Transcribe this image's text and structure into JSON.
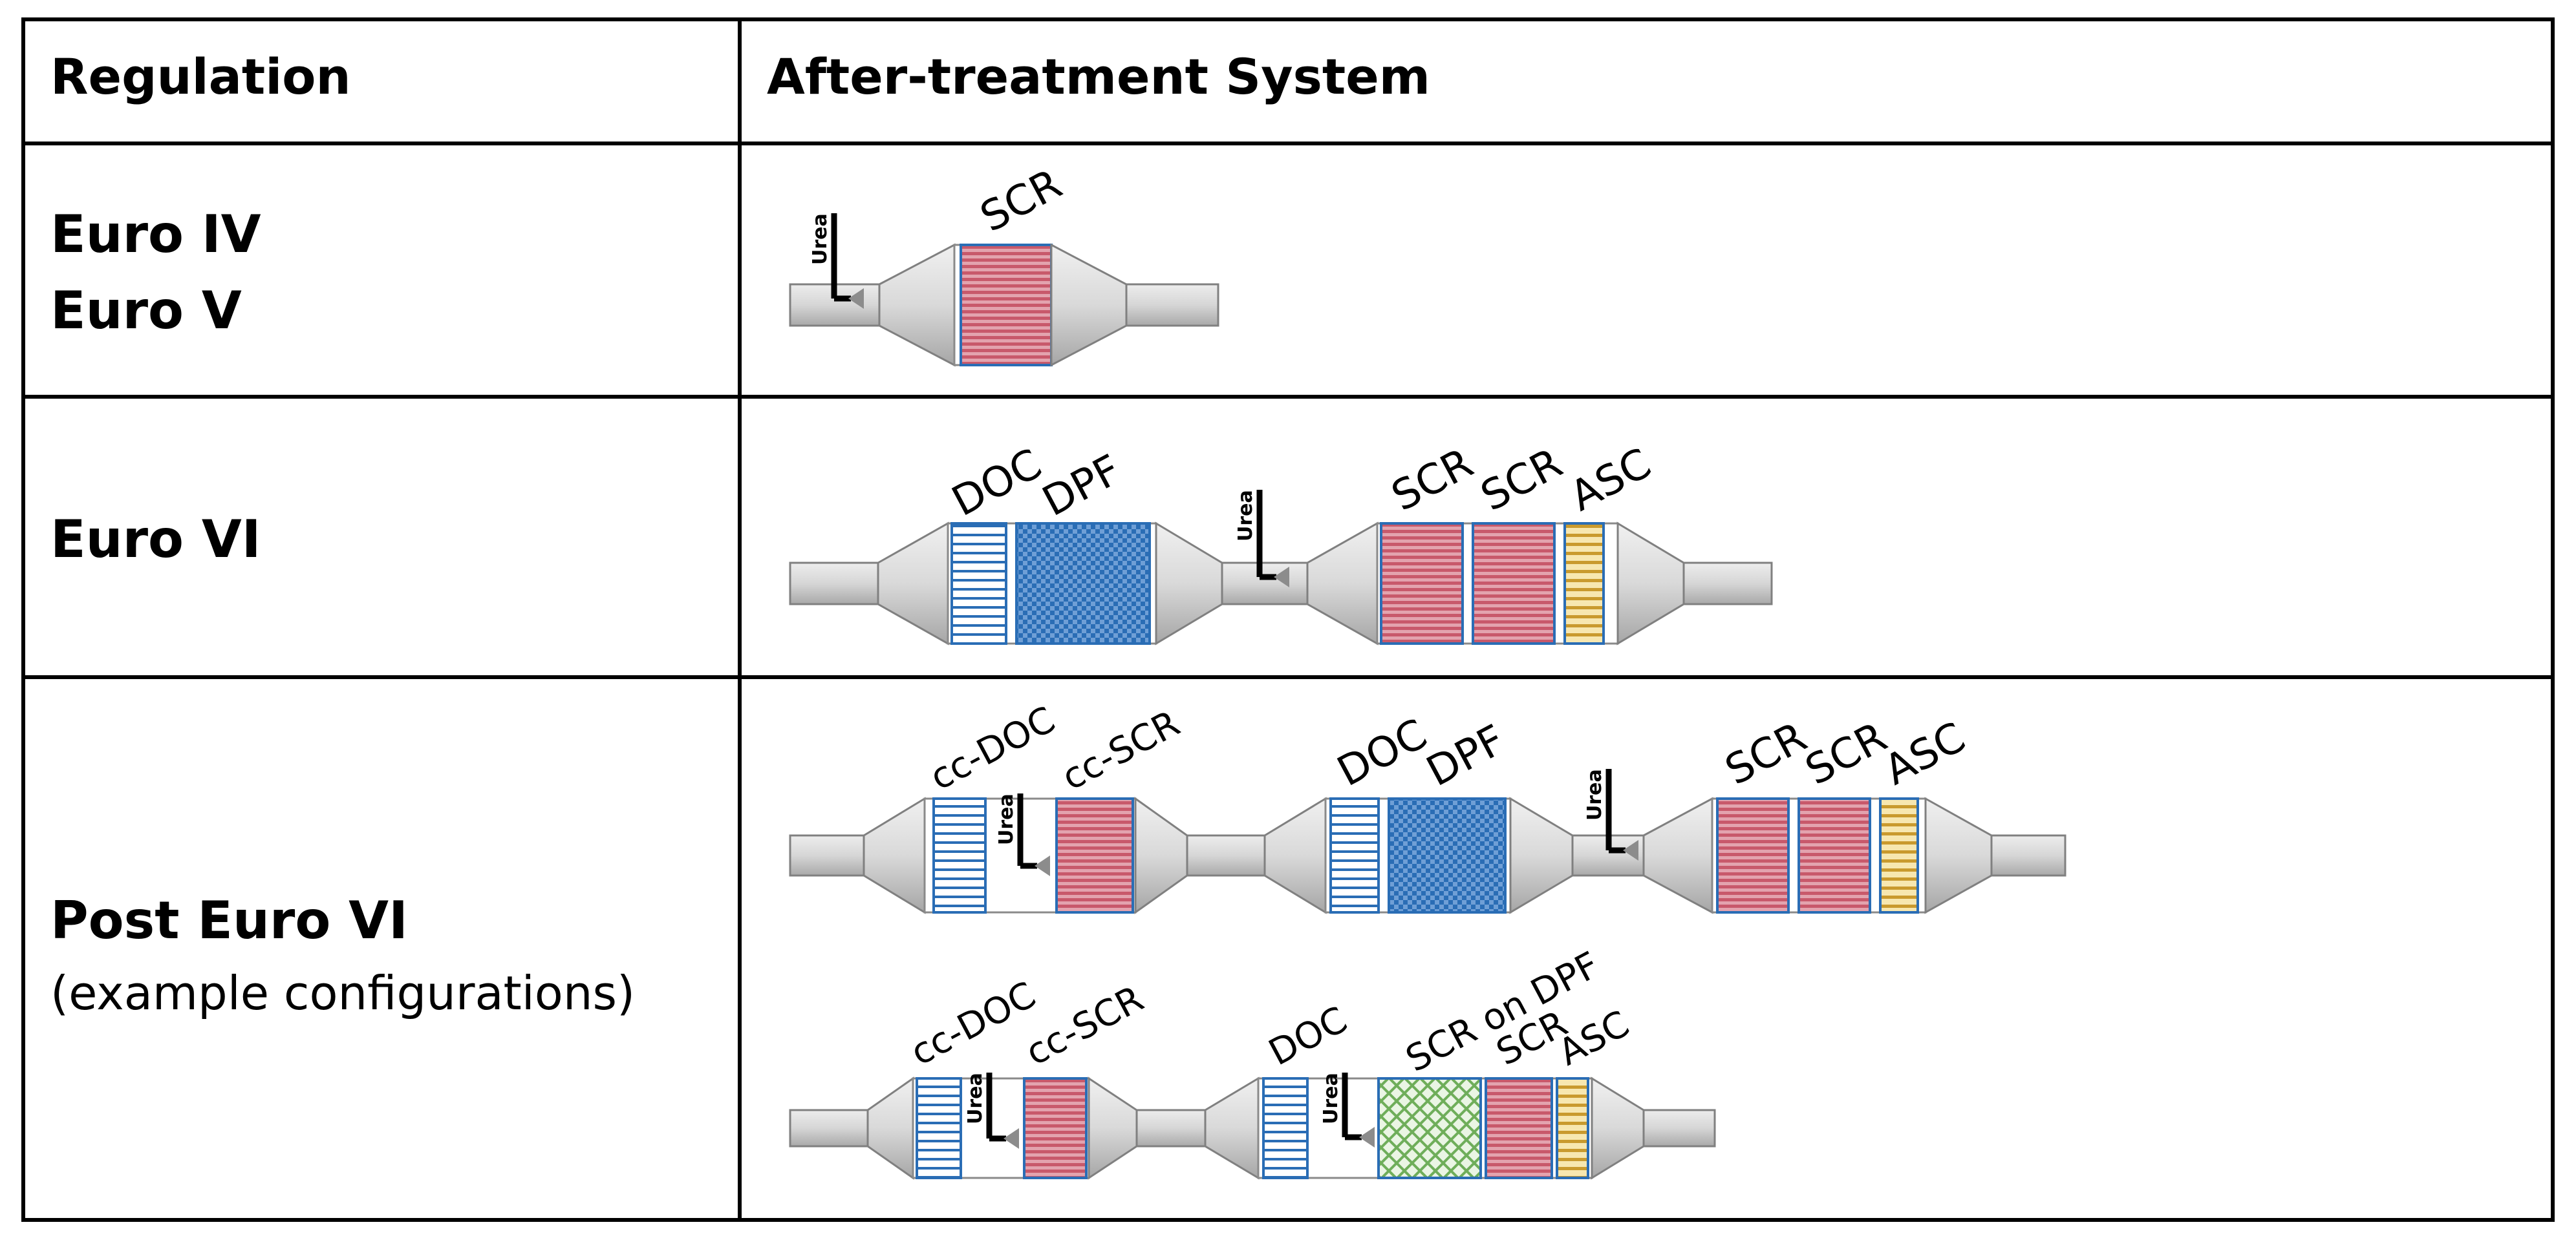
{
  "table": {
    "header": {
      "col1": "Regulation",
      "col2": "After-treatment System"
    },
    "rows": [
      {
        "regulation": [
          "Euro IV",
          "Euro V"
        ],
        "sub": ""
      },
      {
        "regulation": [
          "Euro VI"
        ],
        "sub": ""
      },
      {
        "regulation": [
          "Post Euro VI"
        ],
        "sub": "(example configurations)"
      }
    ]
  },
  "labels": {
    "scr": "SCR",
    "doc": "DOC",
    "dpf": "DPF",
    "asc": "ASC",
    "cc_doc": "cc-DOC",
    "cc_scr": "cc-SCR",
    "scr_on_dpf": "SCR on DPF",
    "urea": "Urea"
  },
  "colors": {
    "scr": "#c8596b",
    "doc": "#2a6db5",
    "dpf": "#2a6db5",
    "asc": "#d8b24a",
    "scr_on_dpf": "#6fae5a",
    "pipe": "#cfcfcf",
    "border": "#000000"
  }
}
